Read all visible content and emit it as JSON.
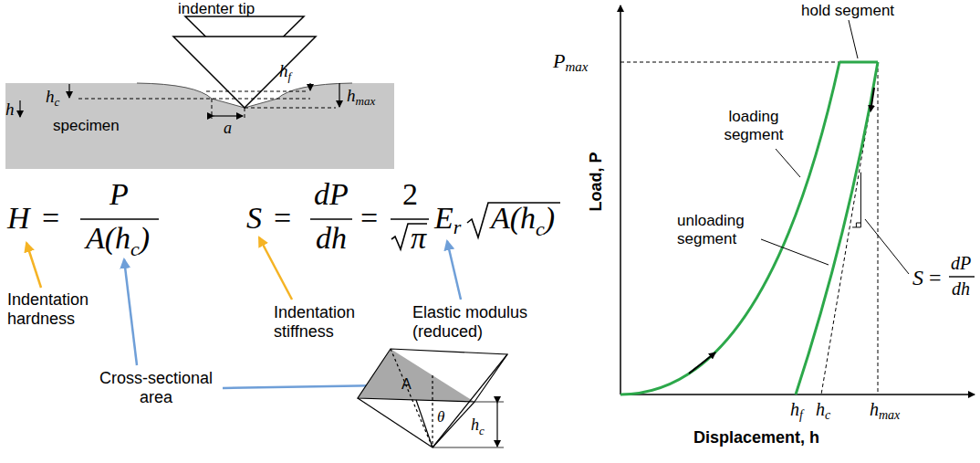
{
  "diagram": {
    "labels": [
      "indenter tip",
      "h",
      "c",
      "h",
      "f",
      "h",
      "max",
      "h",
      "specimen",
      "a",
      "H",
      "=",
      "P",
      "A(h",
      "c",
      ")",
      "S",
      "=",
      "dP",
      "dh",
      "=",
      "2",
      "π",
      "E",
      "r",
      "A(h",
      "c",
      ")",
      "Indentation hardness",
      "Cross-sectional area",
      "Indentation stiffness",
      "Elastic modulus (reduced)",
      "A",
      "θ",
      "h",
      "c",
      "Load, P",
      "Displacement, h",
      "P",
      "max",
      "hold segment",
      "loading segment",
      "unloading segment",
      "S",
      "=",
      "dP",
      "dh",
      "h",
      "f",
      "h",
      "c",
      "h",
      "max"
    ]
  }
}
